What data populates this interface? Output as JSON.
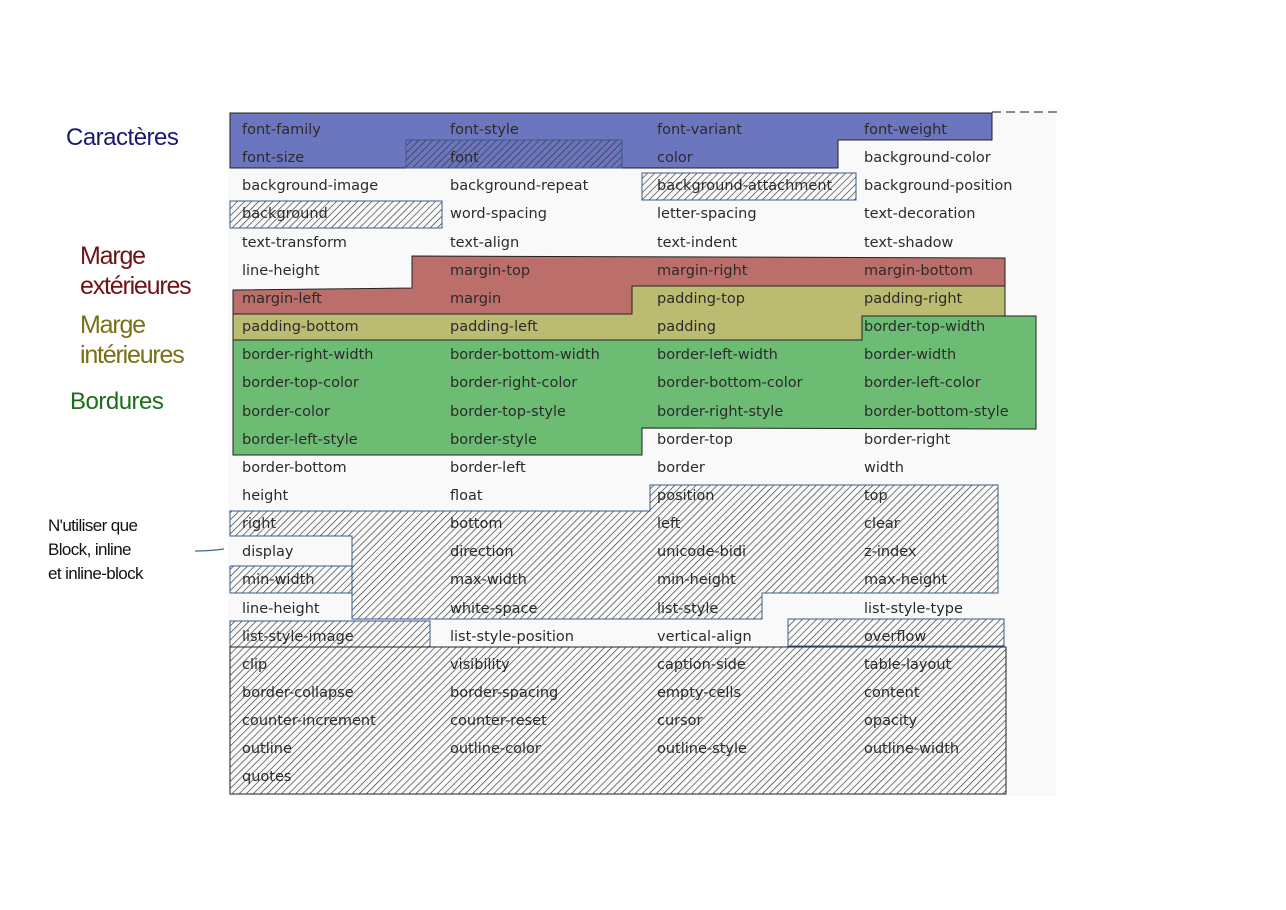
{
  "colors": {
    "characters": "#6b76be",
    "margin_outer": "#bc6e6a",
    "margin_inner": "#bcbb72",
    "borders": "#6cbc74",
    "table_bg": "#f9f9f9",
    "hatch": "#333333"
  },
  "labels": {
    "characters": "Caractères",
    "margin_outer": [
      "Marge",
      "extérieures"
    ],
    "margin_inner": [
      "Marge",
      "intérieures"
    ],
    "borders": "Bordures",
    "note": [
      "N'utiliser que",
      "Block, inline",
      "et  inline-block"
    ]
  },
  "grid": [
    [
      "font-family",
      "font-style",
      "font-variant",
      "font-weight"
    ],
    [
      "font-size",
      "font",
      "color",
      "background-color"
    ],
    [
      "background-image",
      "background-repeat",
      "background-attachment",
      "background-position"
    ],
    [
      "background",
      "word-spacing",
      "letter-spacing",
      "text-decoration"
    ],
    [
      "text-transform",
      "text-align",
      "text-indent",
      "text-shadow"
    ],
    [
      "line-height",
      "margin-top",
      "margin-right",
      "margin-bottom"
    ],
    [
      "margin-left",
      "margin",
      "padding-top",
      "padding-right"
    ],
    [
      "padding-bottom",
      "padding-left",
      "padding",
      "border-top-width"
    ],
    [
      "border-right-width",
      "border-bottom-width",
      "border-left-width",
      "border-width"
    ],
    [
      "border-top-color",
      "border-right-color",
      "border-bottom-color",
      "border-left-color"
    ],
    [
      "border-color",
      "border-top-style",
      "border-right-style",
      "border-bottom-style"
    ],
    [
      "border-left-style",
      "border-style",
      "border-top",
      "border-right"
    ],
    [
      "border-bottom",
      "border-left",
      "border",
      "width"
    ],
    [
      "height",
      "float",
      "position",
      "top"
    ],
    [
      "right",
      "bottom",
      "left",
      "clear"
    ],
    [
      "display",
      "direction",
      "unicode-bidi",
      "z-index"
    ],
    [
      "min-width",
      "max-width",
      "min-height",
      "max-height"
    ],
    [
      "line-height",
      "white-space",
      "list-style",
      "list-style-type"
    ],
    [
      "list-style-image",
      "list-style-position",
      "vertical-align",
      "overflow"
    ],
    [
      "clip",
      "visibility",
      "caption-side",
      "table-layout"
    ],
    [
      "border-collapse",
      "border-spacing",
      "empty-cells",
      "content"
    ],
    [
      "counter-increment",
      "counter-reset",
      "cursor",
      "opacity"
    ],
    [
      "outline",
      "outline-color",
      "outline-style",
      "outline-width"
    ],
    [
      "quotes",
      "",
      "",
      ""
    ]
  ]
}
